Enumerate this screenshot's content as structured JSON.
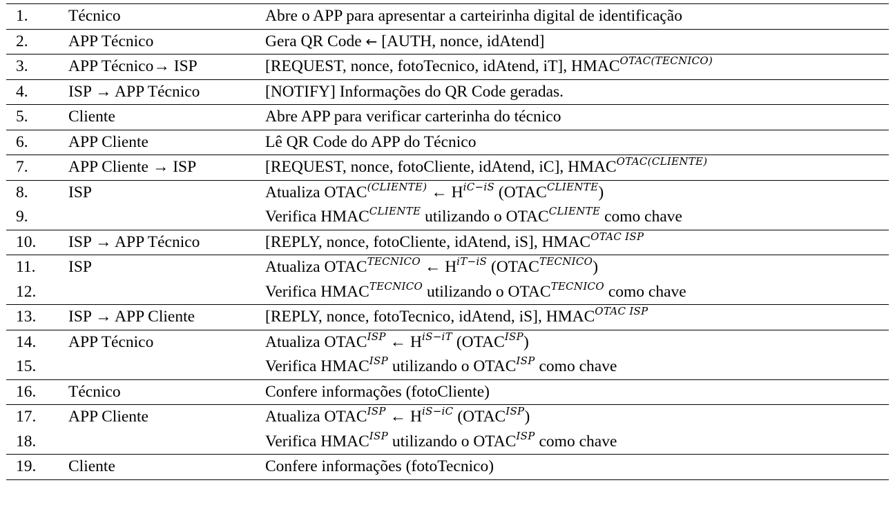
{
  "rows": [
    {
      "num": "1.",
      "actor": "Técnico",
      "msg": [
        "Abre o APP para apresentar a carteirinha digital de identificação"
      ]
    },
    {
      "num": "2.",
      "actor": "APP Técnico",
      "msg": [
        "Gera QR Code ",
        "←",
        " [AUTH, nonce, idAtend]"
      ]
    },
    {
      "num": "3.",
      "actor": "APP Técnico→ ISP",
      "msg": [
        "[REQUEST, nonce, fotoTecnico, idAtend, iT], HMAC",
        "OTAC(TECNICO)"
      ]
    },
    {
      "num": "4.",
      "actor": "ISP → APP Técnico",
      "msg": [
        "[NOTIFY] Informações do QR Code geradas."
      ]
    },
    {
      "num": "5.",
      "actor": "Cliente",
      "msg": [
        "Abre APP para verificar carterinha do técnico"
      ]
    },
    {
      "num": "6.",
      "actor": "APP Cliente",
      "msg": [
        "Lê QR Code do APP do Técnico"
      ]
    },
    {
      "num": "7.",
      "actor": "APP Cliente → ISP",
      "msg": [
        "[REQUEST, nonce, fotoCliente, idAtend, iC], HMAC",
        "OTAC(CLIENTE)"
      ]
    },
    {
      "num": "8.",
      "actor": "ISP",
      "msg": [
        "Atualiza OTAC",
        "(CLIENTE)",
        " ← H",
        "iC−iS",
        " (OTAC",
        "CLIENTE",
        ")"
      ]
    },
    {
      "num": "9.",
      "actor": "",
      "msg": [
        "Verifica HMAC",
        "CLIENTE",
        " utilizando o OTAC",
        "CLIENTE",
        " como chave"
      ]
    },
    {
      "num": "10.",
      "actor": "ISP → APP Técnico",
      "msg": [
        "[REPLY, nonce, fotoCliente, idAtend, iS], HMAC",
        "OTAC ISP"
      ]
    },
    {
      "num": "11.",
      "actor": "ISP",
      "msg": [
        "Atualiza OTAC",
        "TECNICO",
        " ← H",
        "iT−iS",
        " (OTAC",
        "TECNICO",
        ")"
      ]
    },
    {
      "num": "12.",
      "actor": "",
      "msg": [
        "Verifica HMAC",
        "TECNICO",
        " utilizando o OTAC",
        "TECNICO",
        " como chave"
      ]
    },
    {
      "num": "13.",
      "actor": "ISP → APP Cliente",
      "msg": [
        "[REPLY, nonce, fotoTecnico, idAtend, iS], HMAC",
        "OTAC ISP"
      ]
    },
    {
      "num": "14.",
      "actor": "APP Técnico",
      "msg": [
        "Atualiza OTAC",
        "ISP",
        " ← H",
        "iS−iT",
        " (OTAC",
        "ISP",
        ")"
      ]
    },
    {
      "num": "15.",
      "actor": "",
      "msg": [
        "Verifica HMAC",
        "ISP",
        " utilizando o OTAC",
        "ISP",
        " como chave"
      ]
    },
    {
      "num": "16.",
      "actor": "Técnico",
      "msg": [
        "Confere informações (fotoCliente)"
      ]
    },
    {
      "num": "17.",
      "actor": "APP Cliente",
      "msg": [
        "Atualiza OTAC",
        "ISP",
        " ← H",
        "iS−iC",
        " (OTAC",
        "ISP",
        ")"
      ]
    },
    {
      "num": "18.",
      "actor": "",
      "msg": [
        "Verifica HMAC",
        "ISP",
        " utilizando o OTAC",
        "ISP",
        " como chave"
      ]
    },
    {
      "num": "19.",
      "actor": "Cliente",
      "msg": [
        "Confere informações (fotoTecnico)"
      ]
    }
  ]
}
